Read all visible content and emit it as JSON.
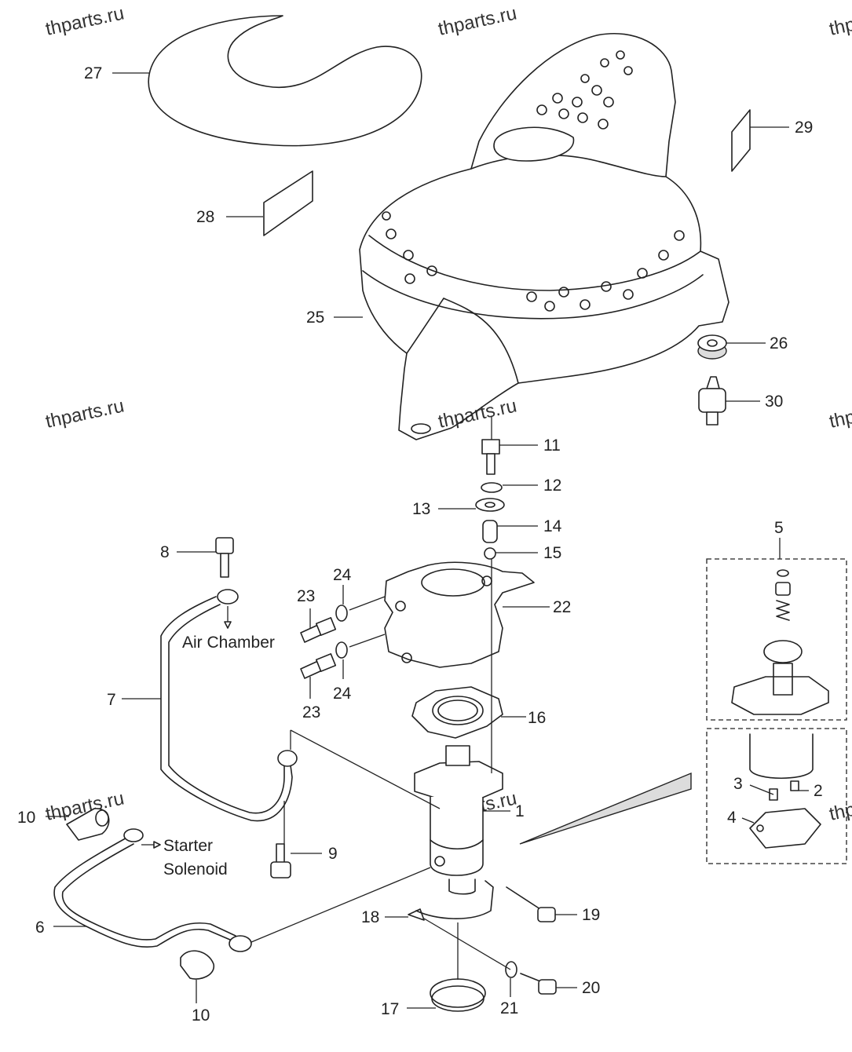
{
  "watermark": "thparts.ru",
  "callouts": {
    "c1": "1",
    "c2": "2",
    "c3": "3",
    "c4": "4",
    "c5": "5",
    "c6": "6",
    "c7": "7",
    "c8": "8",
    "c9": "9",
    "c10a": "10",
    "c10b": "10",
    "c11": "11",
    "c12": "12",
    "c13": "13",
    "c14": "14",
    "c15": "15",
    "c16": "16",
    "c17": "17",
    "c18": "18",
    "c19": "19",
    "c20": "20",
    "c21": "21",
    "c22": "22",
    "c23a": "23",
    "c23b": "23",
    "c24a": "24",
    "c24b": "24",
    "c25": "25",
    "c26": "26",
    "c27": "27",
    "c28": "28",
    "c29": "29",
    "c30": "30"
  },
  "notes": {
    "air_chamber": "Air Chamber",
    "starter_line1": "Starter",
    "starter_line2": "Solenoid"
  },
  "colors": {
    "line": "#222222",
    "paper": "#ffffff"
  }
}
